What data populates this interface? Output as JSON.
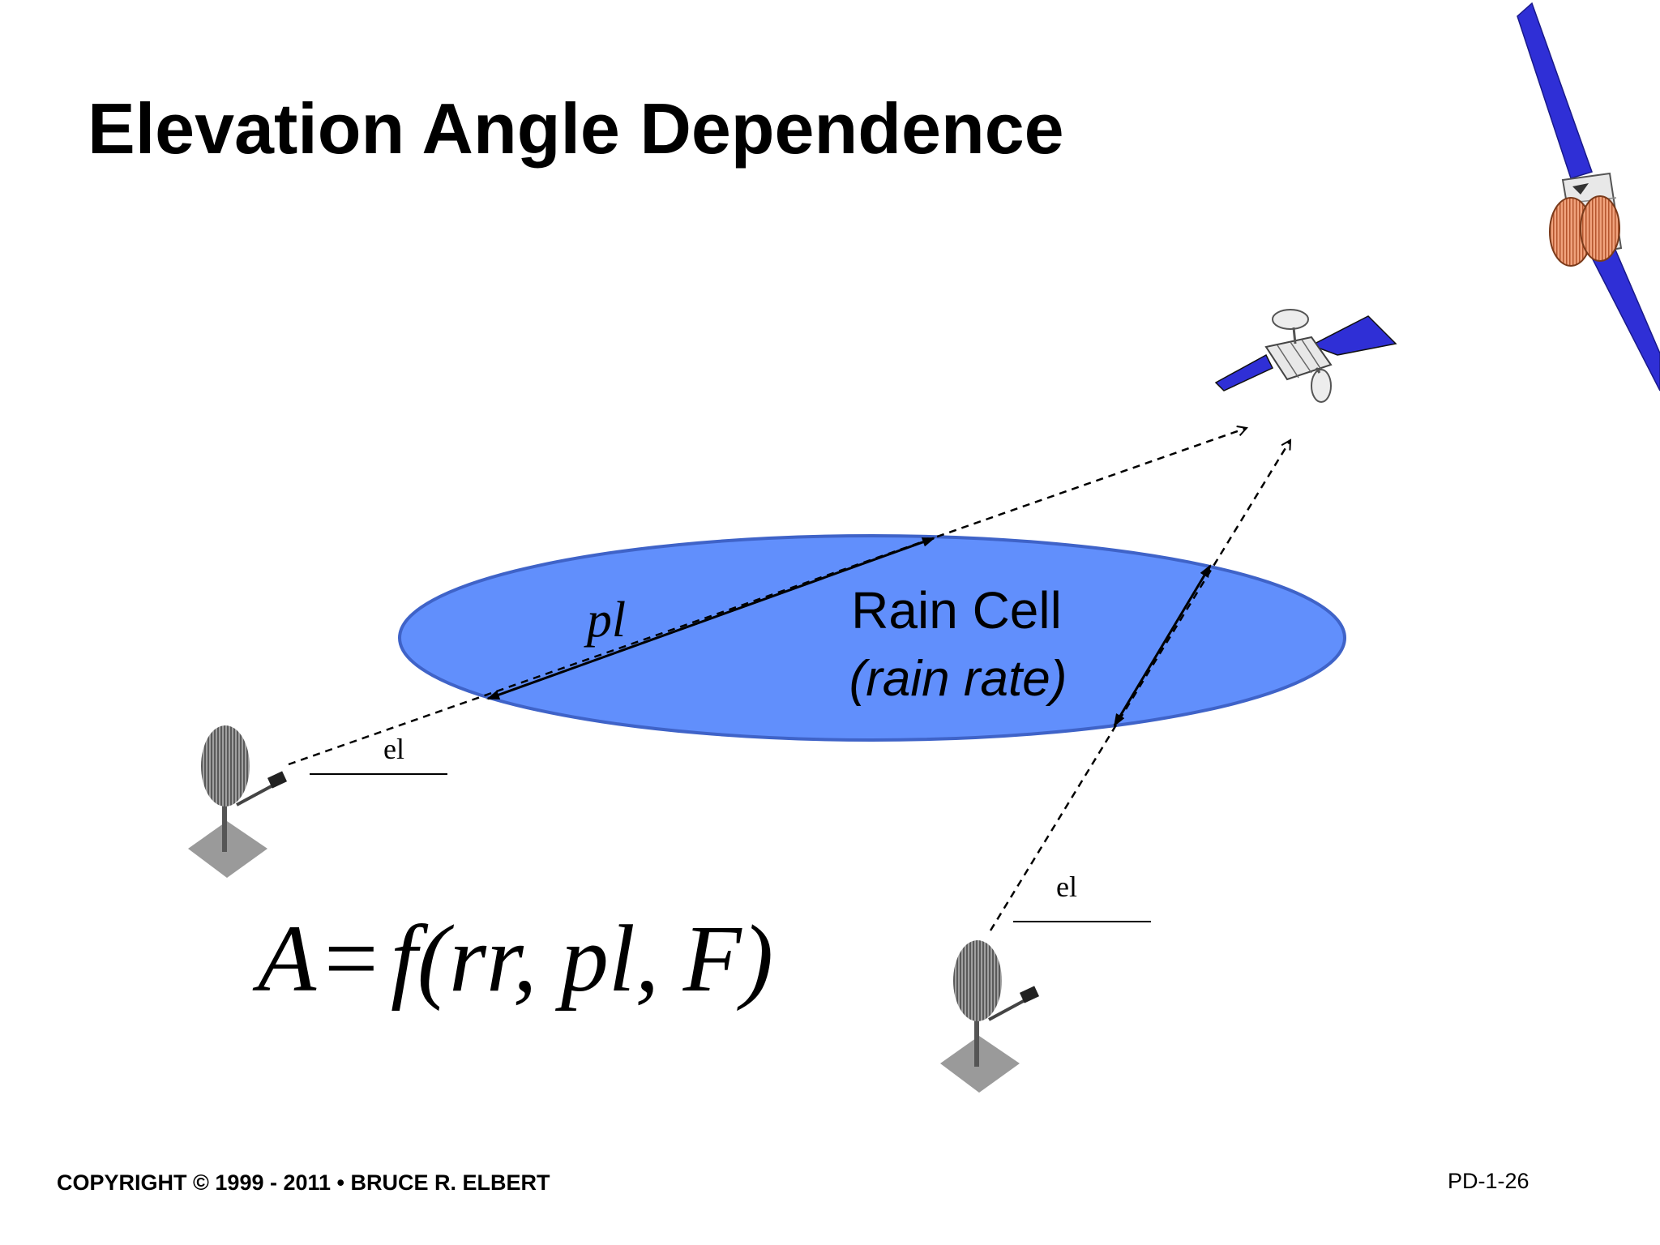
{
  "slide": {
    "title": "Elevation Angle Dependence",
    "footer": {
      "copyright": "COPYRIGHT © 1999 - 2011 • BRUCE R. ELBERT",
      "page_code": "PD-1-26"
    }
  },
  "diagram": {
    "rain_cell": {
      "label": "Rain Cell",
      "sublabel": "(rain rate)",
      "fill_color": "#618ffc",
      "stroke_color": "#3f63c8"
    },
    "path_label": "pl",
    "elevation_labels": [
      "el",
      "el"
    ],
    "formula": {
      "lhs": "A",
      "equals": "=",
      "rhs": "f(rr, pl, F)"
    },
    "icons": [
      "satellite-icon",
      "satellite-icon",
      "dish-antenna-icon",
      "dish-antenna-icon"
    ],
    "colors": {
      "solar_panel": "#2f2fd6",
      "satellite_body": "#e8e8e8",
      "reflector": "#e89068",
      "dish": "#8a8a8a",
      "ground_pad": "#9a9a9a"
    }
  }
}
